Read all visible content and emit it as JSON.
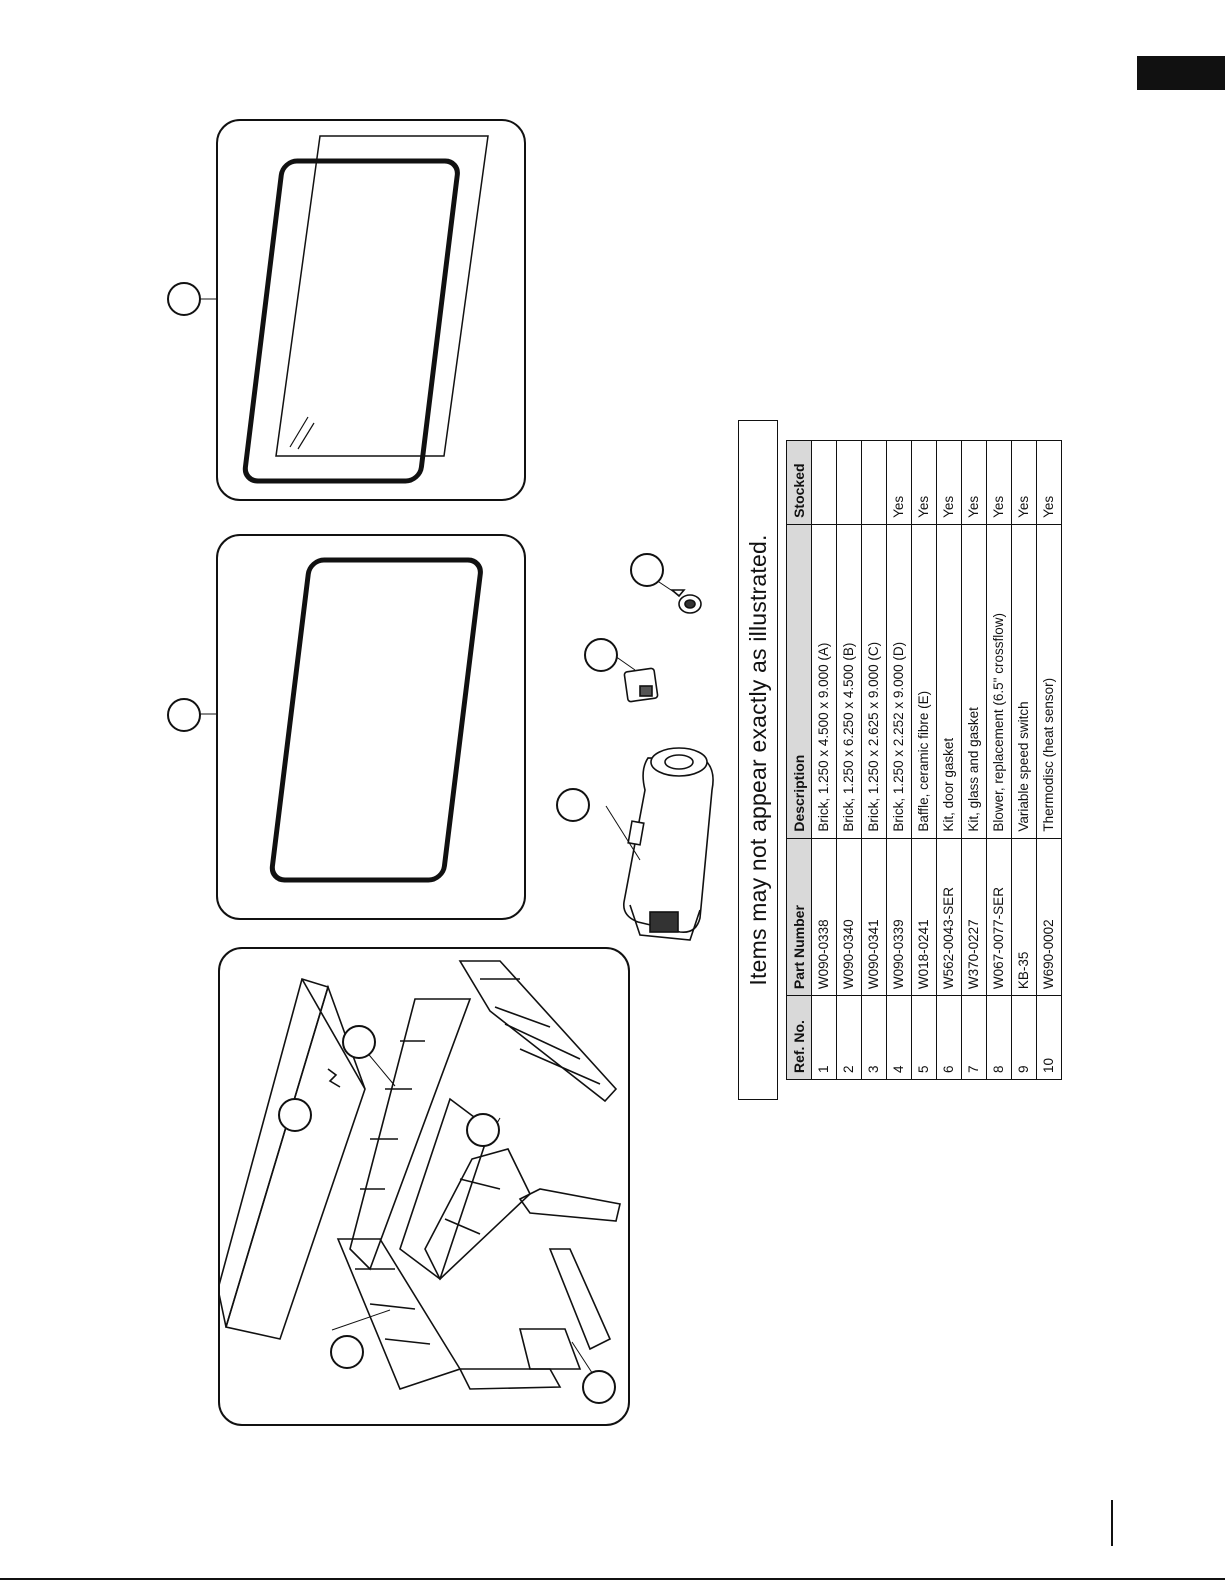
{
  "notice": "Items may not appear exactly as illustrated.",
  "table": {
    "headers": [
      "Ref. No.",
      "Part Number",
      "Description",
      "Stocked"
    ],
    "rows": [
      [
        "1",
        "W090-0338",
        "Brick, 1.250 x 4.500 x 9.000 (A)",
        ""
      ],
      [
        "2",
        "W090-0340",
        "Brick, 1.250 x 6.250 x 4.500 (B)",
        ""
      ],
      [
        "3",
        "W090-0341",
        "Brick, 1.250 x 2.625 x 9.000 (C)",
        ""
      ],
      [
        "4",
        "W090-0339",
        "Brick, 1.250 x 2.252 x 9.000 (D)",
        "Yes"
      ],
      [
        "5",
        "W018-0241",
        "Baffle, ceramic fibre (E)",
        "Yes"
      ],
      [
        "6",
        "W562-0043-SER",
        "Kit, door gasket",
        "Yes"
      ],
      [
        "7",
        "W370-0227",
        "Kit, glass and gasket",
        "Yes"
      ],
      [
        "8",
        "W067-0077-SER",
        "Blower, replacement (6.5\" crossflow)",
        "Yes"
      ],
      [
        "9",
        "KB-35",
        "Variable speed switch",
        "Yes"
      ],
      [
        "10",
        "W690-0002",
        "Thermodisc (heat sensor)",
        "Yes"
      ]
    ]
  },
  "icons": {
    "glass_kit": "glass-and-gasket-illustration",
    "door_gasket": "door-gasket-illustration",
    "bricks": "firebrick-assembly-illustration",
    "blower": "blower-illustration",
    "switch": "speed-switch-illustration",
    "thermodisc": "thermodisc-illustration"
  }
}
